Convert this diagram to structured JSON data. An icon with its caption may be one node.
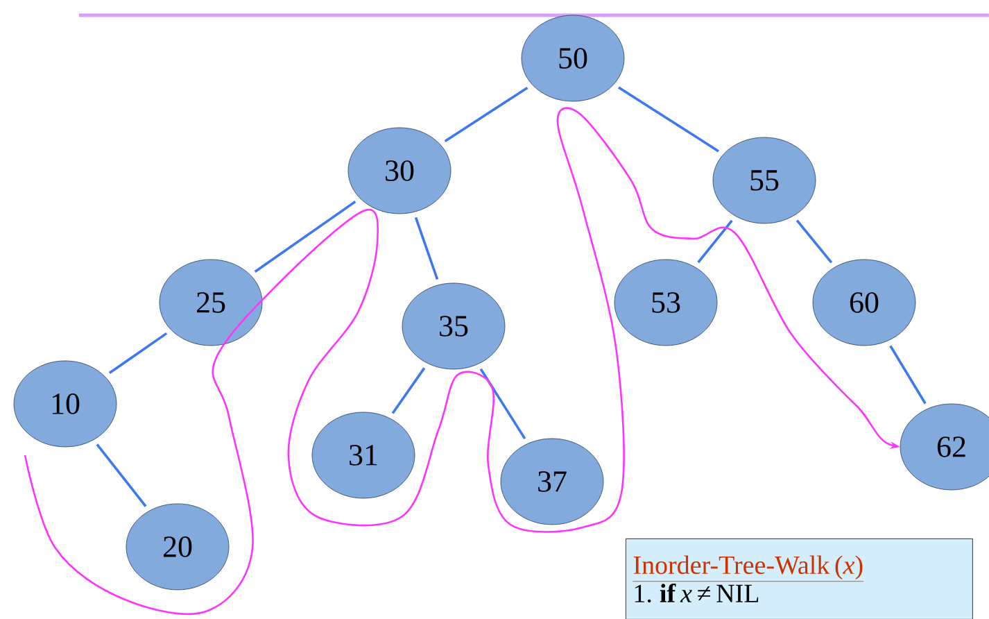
{
  "diagram": {
    "nodes": [
      {
        "text": [
          "50"
        ]
      },
      {
        "text": [
          "30"
        ]
      },
      {
        "text": [
          "55"
        ]
      },
      {
        "text": [
          "25"
        ]
      },
      {
        "text": [
          "35"
        ]
      },
      {
        "text": [
          "53"
        ]
      },
      {
        "text": [
          "60"
        ]
      },
      {
        "text": [
          "10"
        ]
      },
      {
        "text": [
          "31"
        ]
      },
      {
        "text": [
          "37"
        ]
      },
      {
        "text": [
          "62"
        ]
      },
      {
        "text": [
          "20"
        ]
      },
      {
        "text": [
          "Inorder-Tree-Walk (*x*)",
          "1. **if** *x* ≠ NIL"
        ]
      }
    ],
    "edges": [
      {
        "from": 0,
        "to": 1,
        "arrow": "none"
      },
      {
        "from": 0,
        "to": 2,
        "arrow": "none"
      },
      {
        "from": 1,
        "to": 3,
        "arrow": "none"
      },
      {
        "from": 1,
        "to": 4,
        "arrow": "none"
      },
      {
        "from": 2,
        "to": 5,
        "arrow": "none"
      },
      {
        "from": 2,
        "to": 6,
        "arrow": "none"
      },
      {
        "from": 3,
        "to": 7,
        "arrow": "none"
      },
      {
        "from": 4,
        "to": 8,
        "arrow": "none"
      },
      {
        "from": 4,
        "to": 9,
        "arrow": "none"
      },
      {
        "from": 6,
        "to": 10,
        "arrow": "none"
      },
      {
        "from": 7,
        "to": 11,
        "arrow": "none"
      },
      {
        "from": null,
        "to": 10,
        "arrow": "to",
        "color": "#ff33ff"
      }
    ]
  }
}
